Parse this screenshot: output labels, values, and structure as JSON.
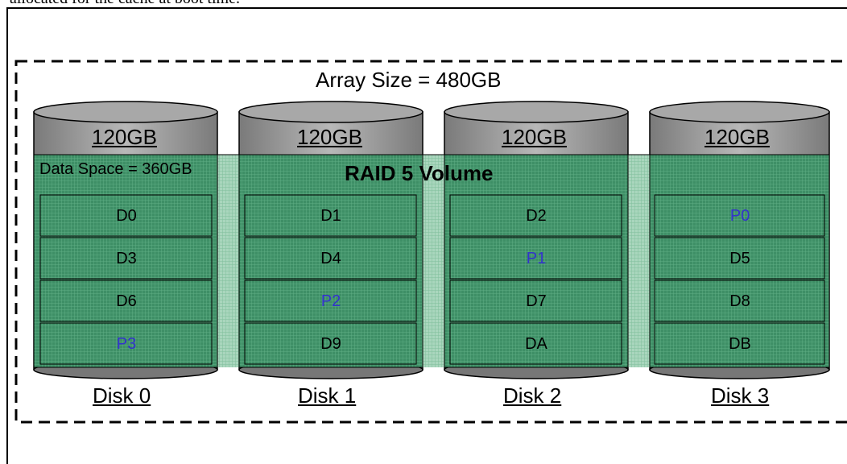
{
  "header": {
    "text": "allocated for the cache at boot time."
  },
  "diagram": {
    "array_size": "Array Size = 480GB",
    "volume_title": "RAID 5 Volume",
    "data_space": "Data Space = 360GB",
    "colors": {
      "data": "#000000",
      "parity": "#3333cc",
      "volume_fill": "#3b8a63",
      "cylinder_top": "#9a9a9a",
      "cylinder_body": "#8c8c8c"
    },
    "disks": [
      {
        "name": "Disk 0",
        "capacity": "120GB",
        "blocks": [
          {
            "text": "D0",
            "type": "data"
          },
          {
            "text": "D3",
            "type": "data"
          },
          {
            "text": "D6",
            "type": "data"
          },
          {
            "text": "P3",
            "type": "parity"
          }
        ]
      },
      {
        "name": "Disk 1",
        "capacity": "120GB",
        "blocks": [
          {
            "text": "D1",
            "type": "data"
          },
          {
            "text": "D4",
            "type": "data"
          },
          {
            "text": "P2",
            "type": "parity"
          },
          {
            "text": "D9",
            "type": "data"
          }
        ]
      },
      {
        "name": "Disk 2",
        "capacity": "120GB",
        "blocks": [
          {
            "text": "D2",
            "type": "data"
          },
          {
            "text": "P1",
            "type": "parity"
          },
          {
            "text": "D7",
            "type": "data"
          },
          {
            "text": "DA",
            "type": "data"
          }
        ]
      },
      {
        "name": "Disk 3",
        "capacity": "120GB",
        "blocks": [
          {
            "text": "P0",
            "type": "parity"
          },
          {
            "text": "D5",
            "type": "data"
          },
          {
            "text": "D8",
            "type": "data"
          },
          {
            "text": "DB",
            "type": "data"
          }
        ]
      }
    ]
  }
}
